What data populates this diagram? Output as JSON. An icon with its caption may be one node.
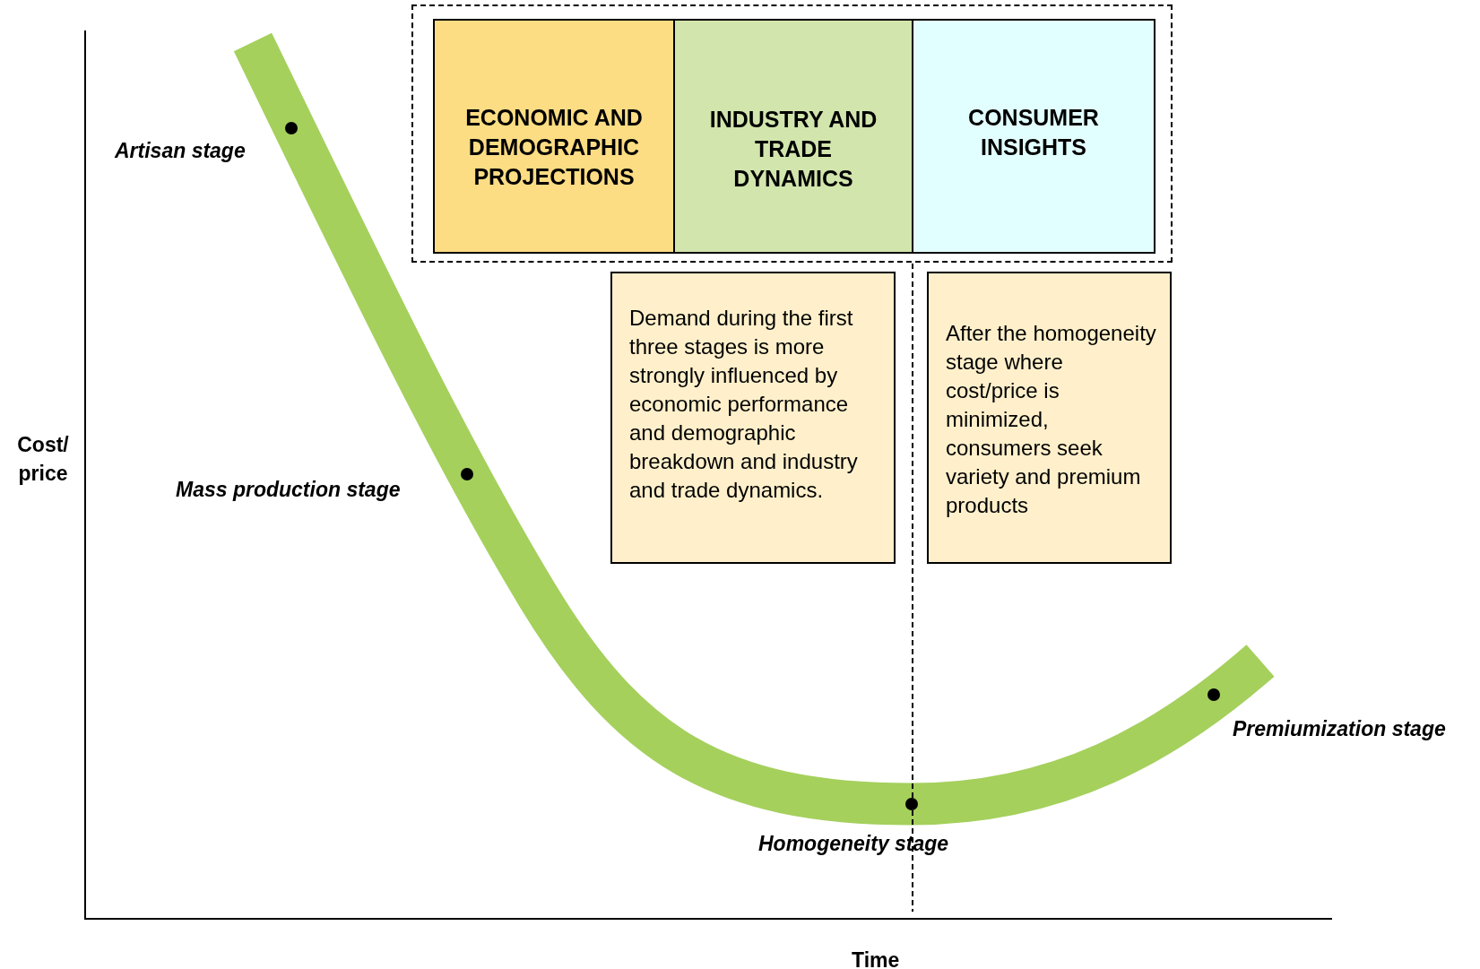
{
  "diagram": {
    "nodes": [
      {
        "text": [],
        "shape": "box"
      },
      {
        "text": [
          "ECONOMIC AND DEMOGRAPHIC PROJECTIONS"
        ],
        "in": 0
      },
      {
        "text": [
          "INDUSTRY AND TRADE DYNAMICS"
        ],
        "in": 0
      },
      {
        "text": [
          "CONSUMER INSIGHTS"
        ],
        "in": 0
      },
      {
        "text": [
          "Demand during the first three stages is more strongly influenced by economic performance and demographic breakdown and industry and trade dynamics."
        ]
      },
      {
        "text": [
          "After the homogeneity stage where cost/price is minimized, consumers seek variety and premium products"
        ]
      }
    ],
    "labels": [
      "Artisan stage",
      "Cost/ price",
      "Mass production stage",
      "Premiumization stage",
      "Homogeneity stage",
      "Time"
    ]
  }
}
